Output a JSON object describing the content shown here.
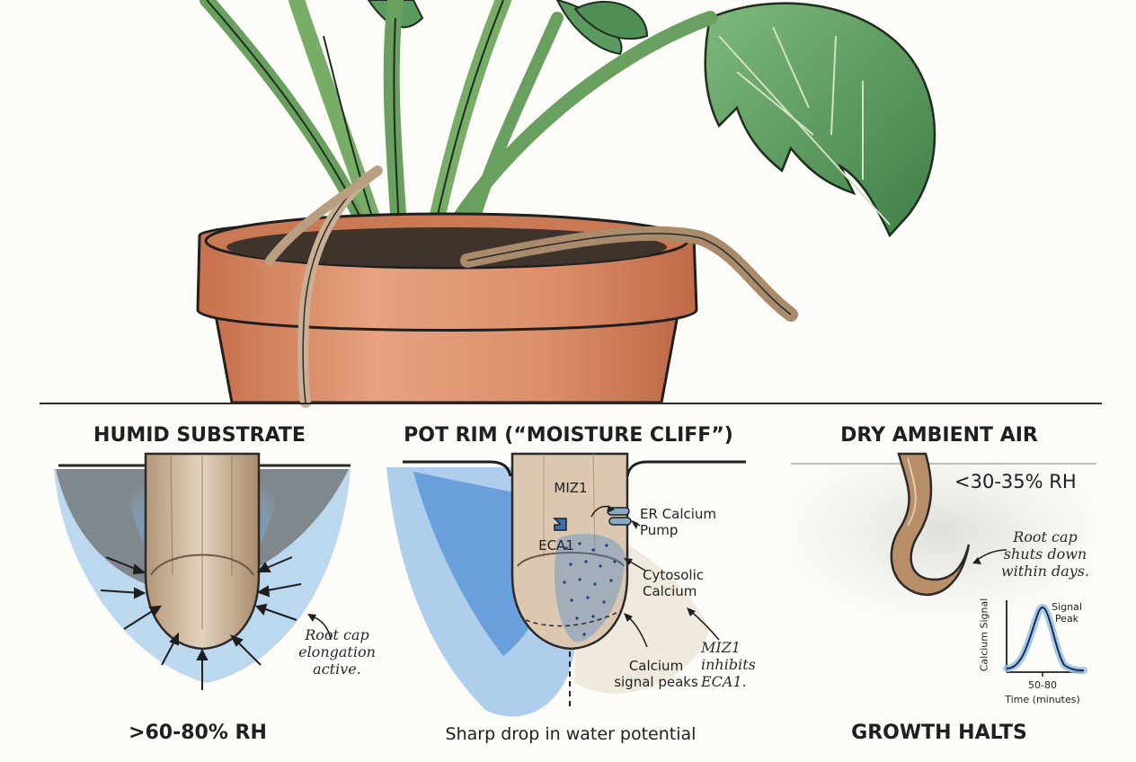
{
  "panels": {
    "humid": {
      "title": "HUMID SUBSTRATE",
      "note_l1": "Root cap",
      "note_l2": "elongation",
      "note_l3": "active.",
      "footer": ">60-80% RH"
    },
    "rim": {
      "title": "POT RIM (“MOISTURE CLIFF”)",
      "miz1": "MIZ1",
      "eca1": "ECA1",
      "er_l1": "ER Calcium",
      "er_l2": "Pump",
      "cyto_l1": "Cytosolic",
      "cyto_l2": "Calcium",
      "peak_l1": "Calcium",
      "peak_l2": "signal peaks",
      "inhib_l1": "MIZ1",
      "inhib_l2": "inhibits",
      "inhib_l3": "ECA1.",
      "footer": "Sharp drop in water potential"
    },
    "dry": {
      "title": "DRY AMBIENT AIR",
      "rh": "<30-35% RH",
      "note_l1": "Root cap",
      "note_l2": "shuts down",
      "note_l3": "within days.",
      "footer": "GROWTH HALTS"
    }
  },
  "chart_data": {
    "type": "line",
    "ylabel": "Calcium Signal",
    "xlabel": "Time (minutes)",
    "peak_label_l1": "Signal",
    "peak_label_l2": "Peak",
    "peak_tick": "50-80"
  },
  "colors": {
    "terracotta": "#d98a66",
    "leaf": "#5b9a5e",
    "water_blue": "#3d86d0",
    "soil": "#4a3f36",
    "root": "#cdb498"
  }
}
